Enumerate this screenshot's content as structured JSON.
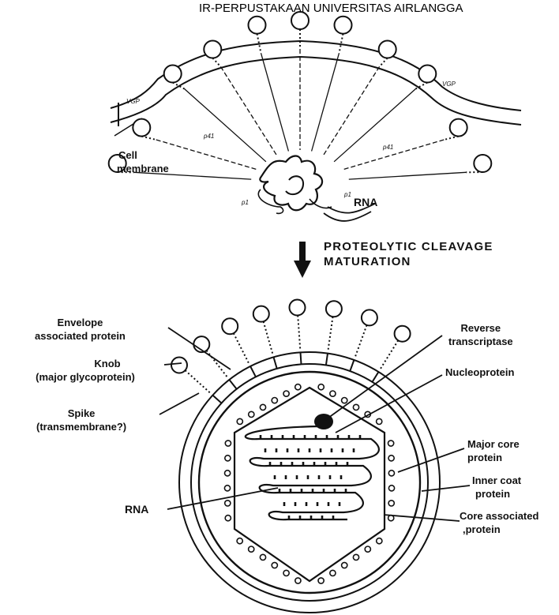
{
  "watermark": "IR-PERPUSTAKAAN UNIVERSITAS AIRLANGGA",
  "top_diagram": {
    "cell_membrane_label": [
      "Cell",
      "membrane"
    ],
    "rna_label": "RNA",
    "vgp_left": "VGP",
    "vgp_right": "VGP",
    "p41_left": "p41",
    "p41_right": "p41",
    "p1_left": "p1",
    "p1_right": "p1"
  },
  "transition": {
    "line1": "PROTEOLYTIC CLEAVAGE",
    "line2": "MATURATION"
  },
  "bottom_diagram": {
    "envelope_label": [
      "Envelope",
      "associated protein"
    ],
    "knob_label": [
      "Knob",
      "(major glycoprotein)"
    ],
    "spike_label": [
      "Spike",
      "(transmembrane?)"
    ],
    "rna_label": "RNA",
    "reverse_transcriptase_label": [
      "Reverse",
      "transcriptase"
    ],
    "nucleoprotein_label": "Nucleoprotein",
    "major_core_label": [
      "Major core",
      "protein"
    ],
    "inner_coat_label": [
      "Inner coat",
      "protein"
    ],
    "core_associated_label": [
      "Core associated",
      ",protein"
    ]
  }
}
